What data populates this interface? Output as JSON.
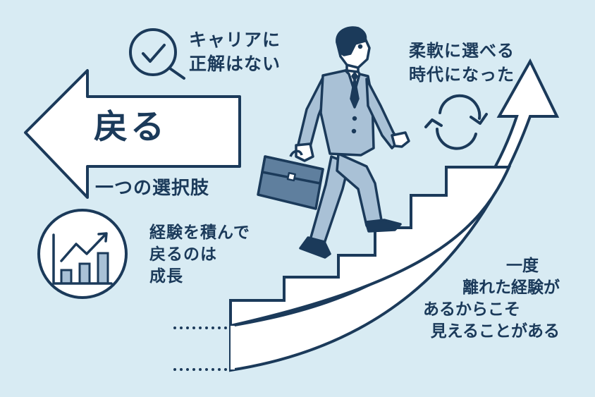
{
  "colors": {
    "background": "#d8ebf3",
    "outline": "#1b3a5a",
    "suit": "#a9c1d6",
    "briefcase": "#5f7f9e",
    "white": "#ffffff"
  },
  "career_note": {
    "icon": "magnifier-check-icon",
    "lines": [
      "キャリアに",
      "正解はない"
    ]
  },
  "flexible_note": {
    "icon": "refresh-cycle-icon",
    "lines": [
      "柔軟に選べる",
      "時代になった"
    ]
  },
  "back_arrow": {
    "icon": "left-arrow-icon",
    "title": "戻る",
    "subtitle": "一つの選択肢"
  },
  "growth_note": {
    "icon": "growth-chart-icon",
    "lines": [
      "経験を積んで",
      "戻るのは",
      "成長"
    ]
  },
  "once_note": {
    "lines": [
      "一度",
      "離れた経験が",
      "あるからこそ",
      "見えることがある"
    ]
  },
  "illustration": {
    "figure": "businessman-climbing-stairs",
    "props": [
      "briefcase",
      "staircase",
      "upward-curved-arrow"
    ]
  }
}
